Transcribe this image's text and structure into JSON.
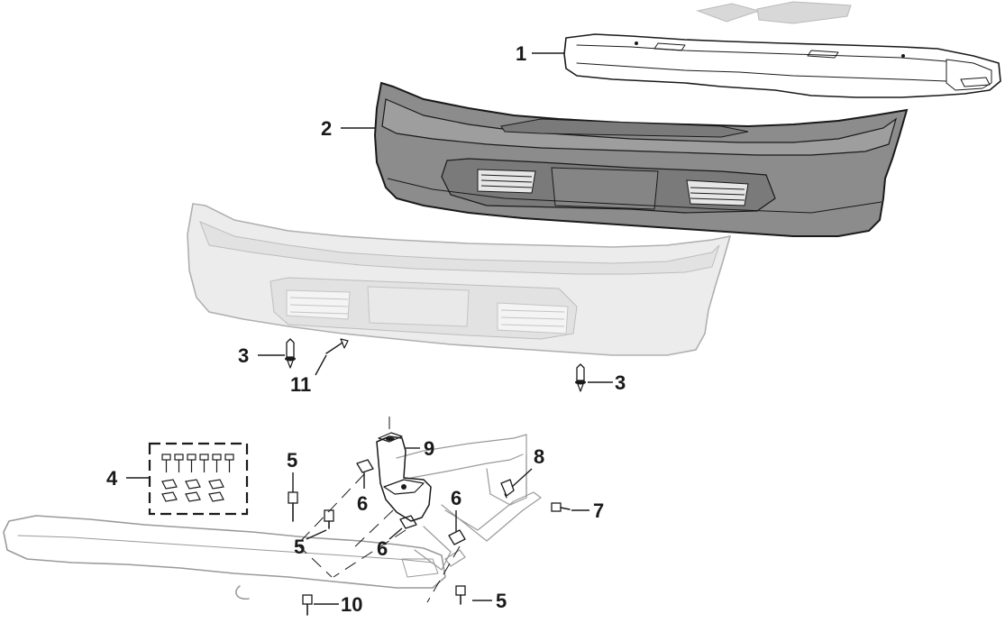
{
  "callouts": {
    "c1": "1",
    "c2": "2",
    "c3a": "3",
    "c3b": "3",
    "c4": "4",
    "c5a": "5",
    "c5b": "5",
    "c5c": "5",
    "c6a": "6",
    "c6b": "6",
    "c6c": "6",
    "c7": "7",
    "c8": "8",
    "c9": "9",
    "c10": "10",
    "c11": "11"
  },
  "colors": {
    "ink": "#1a1a1a",
    "bumper_cover": "#8c8c8c",
    "ghost_fill": "#ececec",
    "ghost_line": "#9a9a9a"
  }
}
